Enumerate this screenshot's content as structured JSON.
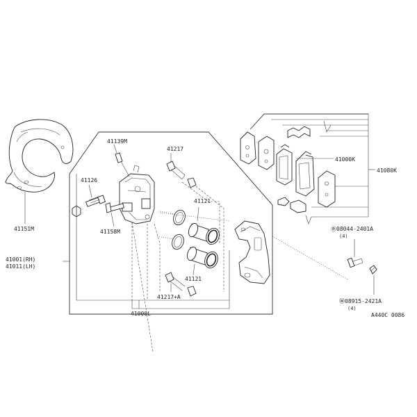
{
  "labels": {
    "p41151m": "41151M",
    "p41139m": "41139M",
    "p41126": "41126",
    "p41158m": "41158M",
    "p41217": "41217",
    "p41121_top": "41121",
    "p41121_bottom": "41121",
    "p41217a": "41217+A",
    "p41001rh": "41001(RH)",
    "p41011lh": "41011(LH)",
    "p41000l": "41000L",
    "p41000k": "41000K",
    "p41080k": "41080K",
    "bolt_code": "Ⓑ08044-2401A",
    "bolt_qty": "(4)",
    "washer_code": "Ⓦ08915-2421A",
    "washer_qty": "(4)",
    "diagram_id": "A440C 0086"
  },
  "colors": {
    "line": "#333333",
    "background": "#ffffff"
  }
}
